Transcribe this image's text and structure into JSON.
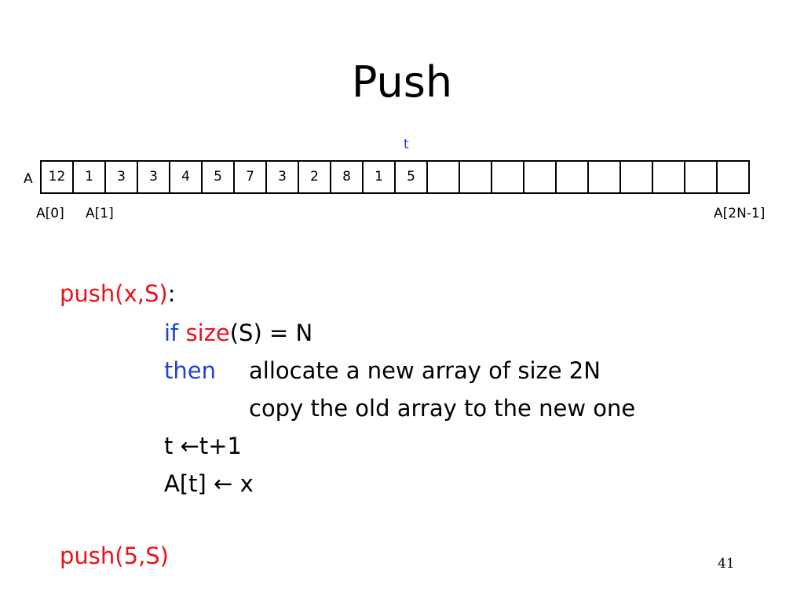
{
  "slide": {
    "title": "Push",
    "page_number": "41"
  },
  "array": {
    "name": "A",
    "pointer_label": "t",
    "values": [
      "12",
      "1",
      "3",
      "3",
      "4",
      "5",
      "7",
      "3",
      "2",
      "8",
      "1",
      "5",
      "",
      "",
      "",
      "",
      "",
      "",
      "",
      "",
      "",
      ""
    ],
    "index_labels": [
      "A[0]",
      "A[1]",
      "A[2N-1]"
    ]
  },
  "code": {
    "signature": "push(x,S)",
    "signature_colon": ":",
    "if_kw": "if",
    "size_fn": "size",
    "cond_rest": "(S) = N",
    "then_kw": "then",
    "then_line1": "allocate a new array of size 2N",
    "then_line2": "copy the old array to the new one",
    "inc_line": "t ←t+1",
    "assign_line": "A[t] ← x",
    "call": "push(5,S)"
  },
  "colors": {
    "keyword_blue": "#1f3fd6",
    "function_red": "#e8131c"
  }
}
